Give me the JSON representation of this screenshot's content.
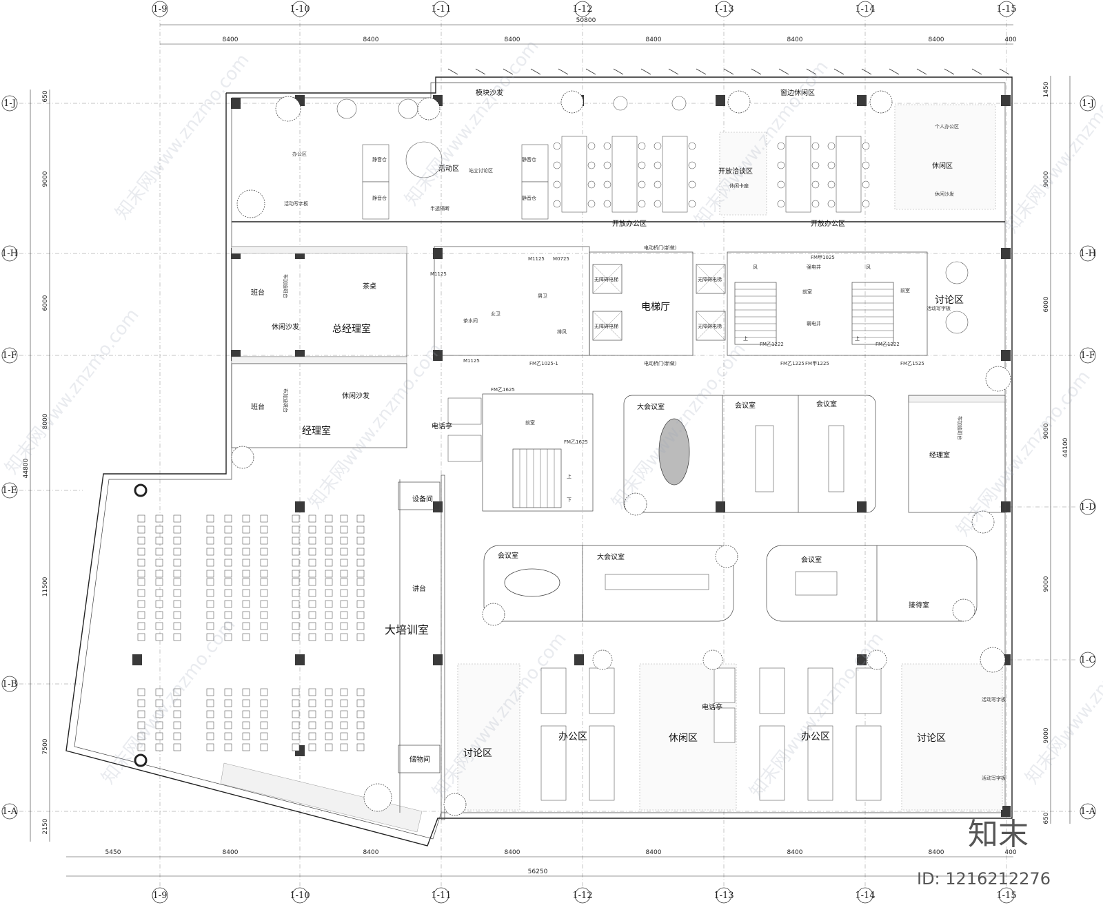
{
  "grid": {
    "columns": [
      "1-9",
      "1-10",
      "1-11",
      "1-12",
      "1-13",
      "1-14",
      "1-15"
    ],
    "rows_left": [
      "1-J",
      "1-H",
      "1-F",
      "1-E",
      "1-B",
      "1-A"
    ],
    "rows_right": [
      "1-J",
      "1-H",
      "1-F",
      "1-D",
      "1-C",
      "1-A"
    ]
  },
  "dimensions": {
    "top_segments": [
      "8400",
      "8400",
      "8400",
      "8400",
      "8400",
      "8400",
      "400"
    ],
    "top_total": "50800",
    "bottom_segments": [
      "5450",
      "8400",
      "8400",
      "8400",
      "8400",
      "8400",
      "8400",
      "400"
    ],
    "bottom_total": "56250",
    "left_segments": [
      "650",
      "9000",
      "6000",
      "8000",
      "11500",
      "7500",
      "2150"
    ],
    "left_total": "44800",
    "right_segments": [
      "1450",
      "9000",
      "6000",
      "9000",
      "9000",
      "9000",
      "650"
    ],
    "right_total": "44100"
  },
  "rooms": {
    "module_sofa": "模块沙发",
    "window_lounge": "窗边休闲区",
    "personal_office": "个人办公区",
    "lounge_ne": "休闲区",
    "lounge_sofa_ne": "休闲沙发",
    "office_area_nw": "办公区",
    "activity_board_nw": "活动写字板",
    "quiet_pod_1": "静音仓",
    "quiet_pod_2": "静音仓",
    "quiet_pod_3": "静音仓",
    "quiet_pod_4": "静音仓",
    "activity_area": "活动区",
    "standing_discussion": "站立讨论区",
    "semi_partition": "半透隔断",
    "open_negotiation": "开放洽谈区",
    "open_office_1": "开放办公区",
    "open_office_2": "开放办公区",
    "gm_desk": "班台",
    "gm_bookshelf": "布加迪斑台",
    "tea_table": "茶桌",
    "gm_sofa": "休闲沙发",
    "gm_office": "总经理室",
    "mgr_desk": "班台",
    "mgr_bookshelf": "布加迪斑台",
    "mgr_sofa": "休闲沙发",
    "mgr_office": "经理室",
    "tea_room": "茶水间",
    "female_wc": "女卫",
    "male_wc": "男卫",
    "exhaust": "排风",
    "elevator_hall": "电梯厅",
    "discussion_east": "讨论区",
    "phone_booth_1": "电话亭",
    "front_room_1": "前室",
    "front_room_2": "前室",
    "front_room_3": "前室",
    "large_meeting_1": "大会议室",
    "meeting_1": "会议室",
    "meeting_2": "会议室",
    "mgr_office_east": "经理室",
    "mgr_bookshelf_east": "布加迪斑台",
    "meeting_3": "会议室",
    "large_meeting_2": "大会议室",
    "meeting_4": "会议室",
    "reception": "接待室",
    "equipment_room": "设备间",
    "podium": "讲台",
    "training_room": "大培训室",
    "storage_room": "储物间",
    "discussion_sw": "讨论区",
    "office_area_s1": "办公区",
    "lounge_s": "休闲区",
    "phone_booth_2": "电话亭",
    "office_area_s2": "办公区",
    "discussion_se": "讨论区",
    "board_se_1": "活动写字板",
    "board_se_2": "活动写字板"
  },
  "annotations": {
    "door_m1125_a": "M1125",
    "door_m1125_b": "M1125",
    "door_m1125_c": "M1125",
    "door_m0725": "M0725",
    "door_fm1025": "FM乙1025-1",
    "door_fm1222_a": "FM乙1222",
    "door_fm1222_b": "FM乙1222",
    "door_fm1225": "FM乙1225",
    "door_fm1525": "FM乙1525",
    "door_fm1625_a": "FM乙1625",
    "door_fm1625_b": "FM乙1625",
    "door_fmjia1025": "FM甲1025",
    "door_fmjia1225": "FM甲1225",
    "elevator_top": "电动桥门(新做)",
    "elevator_bottom": "电动桥门(新做)",
    "barrier_free_1": "无障碍电梯",
    "barrier_free_2": "无障碍电梯",
    "barrier_free_3": "无障碍电梯",
    "barrier_free_4": "无障碍电梯",
    "wind": "风",
    "wind2": "风",
    "strong_elec": "强电井",
    "weak_elec": "弱电井",
    "up1": "上",
    "up2": "上",
    "up3": "上",
    "down1": "下",
    "board_east": "活动写字板",
    "sofa_small": "休闲卡座"
  },
  "watermark": {
    "text": "知末网www.znzmo.com"
  },
  "brand": {
    "logo": "知末",
    "id": "ID: 1216212276"
  }
}
